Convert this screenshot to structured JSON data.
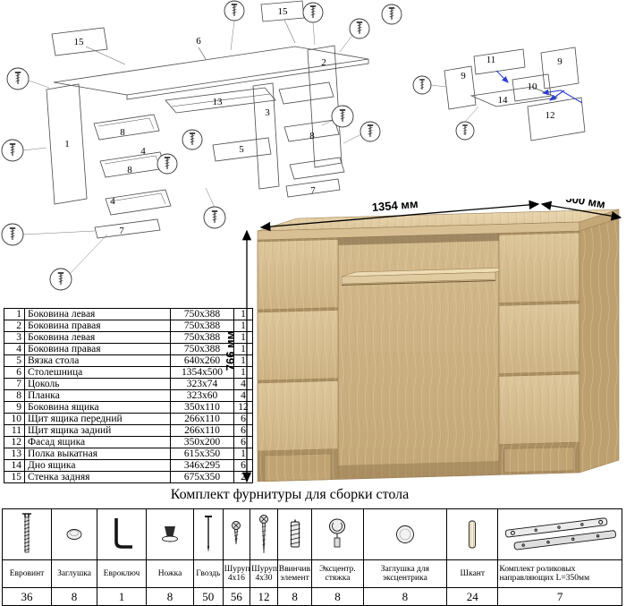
{
  "hardware_title": "Комплект фурнитуры для сборки стола",
  "desk": {
    "dimensions": {
      "width": "1354 мм",
      "depth": "500 мм",
      "height": "766 мм"
    },
    "wood_color": "#d9c298"
  },
  "parts_table": {
    "rows": [
      {
        "num": "1",
        "name": "Боковина левая",
        "size": "750x388",
        "qty": "1"
      },
      {
        "num": "2",
        "name": "Боковина правая",
        "size": "750x388",
        "qty": "1"
      },
      {
        "num": "3",
        "name": "Боковина левая",
        "size": "750x388",
        "qty": "1"
      },
      {
        "num": "4",
        "name": "Боковина правая",
        "size": "750x388",
        "qty": "1"
      },
      {
        "num": "5",
        "name": "Вязка стола",
        "size": "640x260",
        "qty": "1"
      },
      {
        "num": "6",
        "name": "Столешница",
        "size": "1354x500",
        "qty": "1"
      },
      {
        "num": "7",
        "name": "Цоколь",
        "size": "323x74",
        "qty": "4"
      },
      {
        "num": "8",
        "name": "Планка",
        "size": "323x60",
        "qty": "4"
      },
      {
        "num": "9",
        "name": "Боковина ящика",
        "size": "350x110",
        "qty": "12"
      },
      {
        "num": "10",
        "name": "Щит ящика передний",
        "size": "266x110",
        "qty": "6"
      },
      {
        "num": "11",
        "name": "Щит ящика задний",
        "size": "266x110",
        "qty": "6"
      },
      {
        "num": "12",
        "name": "Фасад ящика",
        "size": "350x200",
        "qty": "6"
      },
      {
        "num": "13",
        "name": "Полка выкатная",
        "size": "615x350",
        "qty": "1"
      },
      {
        "num": "14",
        "name": "Дно ящика",
        "size": "346x295",
        "qty": "6"
      },
      {
        "num": "15",
        "name": "Стенка задняя",
        "size": "675x350",
        "qty": "2"
      }
    ]
  },
  "hardware": {
    "items": [
      {
        "name": "Евровинт",
        "qty": "36",
        "icon": "euro-screw-icon"
      },
      {
        "name": "Заглушка",
        "qty": "8",
        "icon": "plug-icon"
      },
      {
        "name": "Евроключ",
        "qty": "1",
        "icon": "hex-key-icon"
      },
      {
        "name": "Ножка",
        "qty": "8",
        "icon": "foot-icon"
      },
      {
        "name": "Гвоздь",
        "qty": "50",
        "icon": "nail-icon"
      },
      {
        "name": "Шуруп 4x16",
        "qty": "56",
        "icon": "screw-short-icon"
      },
      {
        "name": "Шуруп 4x30",
        "qty": "12",
        "icon": "screw-long-icon"
      },
      {
        "name": "Ввинчив. элемент",
        "qty": "8",
        "icon": "threaded-insert-icon"
      },
      {
        "name": "Эксцентр. стяжка",
        "qty": "8",
        "icon": "cam-lock-icon"
      },
      {
        "name": "Заглушка для эксцентрика",
        "qty": "8",
        "icon": "cam-cover-icon"
      },
      {
        "name": "Шкант",
        "qty": "24",
        "icon": "dowel-icon"
      },
      {
        "name": "Комплект роликовых направляющих L=350мм",
        "qty": "7",
        "icon": "roller-slides-icon"
      }
    ]
  },
  "diagrams": {
    "main": {
      "labels": [
        "15",
        "6",
        "15",
        "2",
        "13",
        "1",
        "8",
        "4",
        "8",
        "4",
        "7",
        "3",
        "8",
        "7",
        "5"
      ]
    },
    "drawer": {
      "labels": [
        "11",
        "9",
        "9",
        "10",
        "14",
        "12"
      ]
    }
  }
}
